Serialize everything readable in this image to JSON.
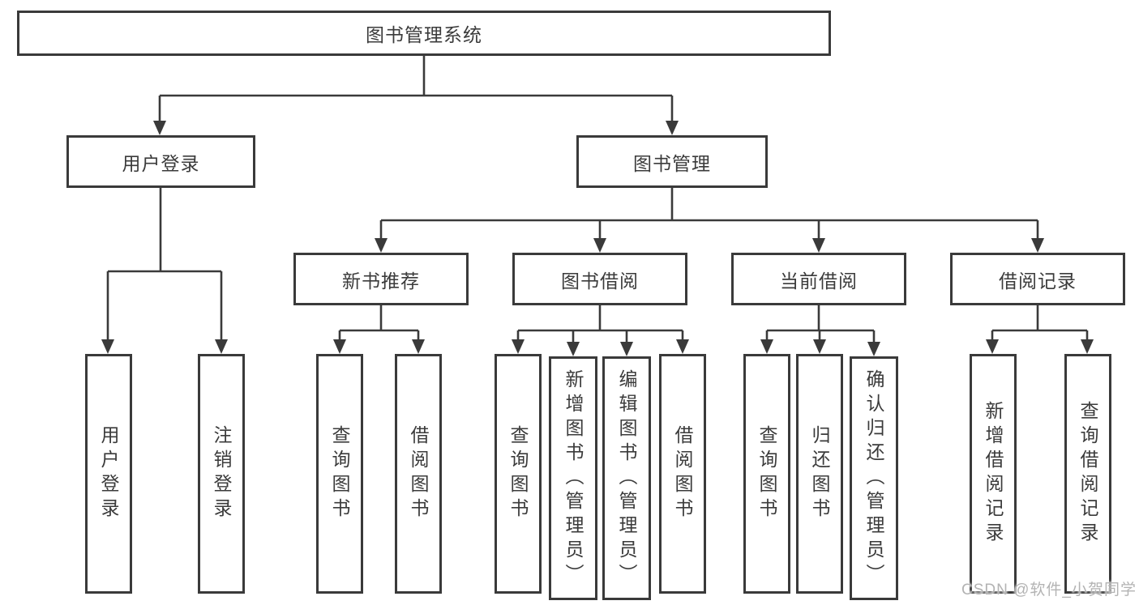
{
  "diagram": {
    "root": "图书管理系统",
    "level2": [
      "用户登录",
      "图书管理"
    ],
    "level3": [
      "新书推荐",
      "图书借阅",
      "当前借阅",
      "借阅记录"
    ],
    "level4": [
      "用户登录",
      "注销登录",
      "查询图书",
      "借阅图书",
      "查询图书",
      "新增图书（管理员）",
      "编辑图书（管理员）",
      "借阅图书",
      "查询图书",
      "归还图书",
      "确认归还（管理员）",
      "新增借阅记录",
      "查询借阅记录"
    ]
  },
  "watermark": {
    "text": "CSDN @软件_小贺同学"
  },
  "colors": {
    "line": "#3a3a3a",
    "text": "#3b3b3b",
    "background": "#ffffff",
    "watermark": "#b3b3b3"
  }
}
